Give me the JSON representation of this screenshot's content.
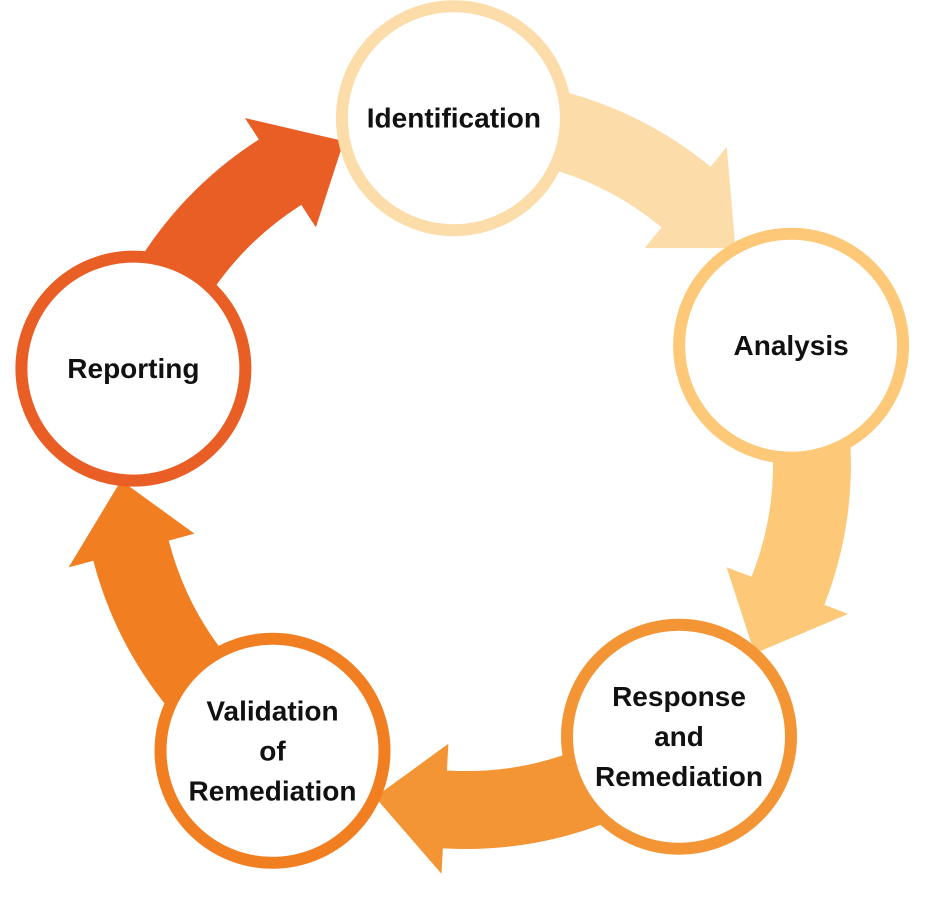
{
  "diagram": {
    "steps": [
      {
        "label_lines": [
          "Identification"
        ],
        "color": "#FCDCA9"
      },
      {
        "label_lines": [
          "Analysis"
        ],
        "color": "#FDC878"
      },
      {
        "label_lines": [
          "Response",
          "and",
          "Remediation"
        ],
        "color": "#F49535"
      },
      {
        "label_lines": [
          "Validation",
          "of",
          "Remediation"
        ],
        "color": "#F27E22"
      },
      {
        "label_lines": [
          "Reporting"
        ],
        "color": "#E85E25"
      }
    ],
    "node_fill": "#FFFFFF",
    "background": "#FFFFFF"
  }
}
